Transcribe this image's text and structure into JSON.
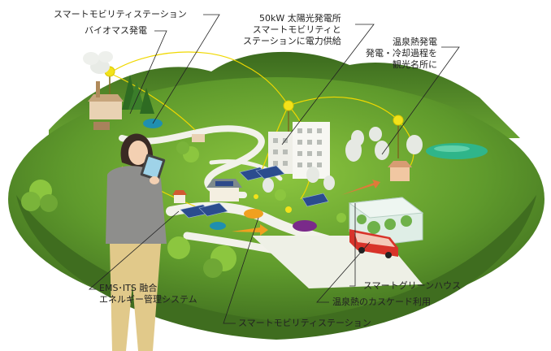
{
  "labels": {
    "station_top": "スマートモビリティステーション",
    "biomass": "バイオマス発電",
    "solar": [
      "50kW 太陽光発電所",
      "スマートモビリティと",
      "ステーションに電力供給"
    ],
    "geothermal": [
      "温泉熱発電",
      "発電・冷却過程を",
      "観光名所に"
    ],
    "ems": [
      "EMS･ITS 融合",
      "エネルギー管理システム"
    ],
    "greenhouse": "スマートグリーンハウス",
    "cascade": "温泉熱のカスケード利用",
    "station_bottom": "スマートモビリティステーション"
  },
  "colors": {
    "hill_dark": "#3f6d1f",
    "hill_mid": "#5f9a2c",
    "hill_light": "#8cc63f",
    "road": "#f2f2ea",
    "energy_line": "#f0d800",
    "leader_line": "#222222",
    "bus": "#d8332a",
    "pond": "#2fb58a"
  }
}
